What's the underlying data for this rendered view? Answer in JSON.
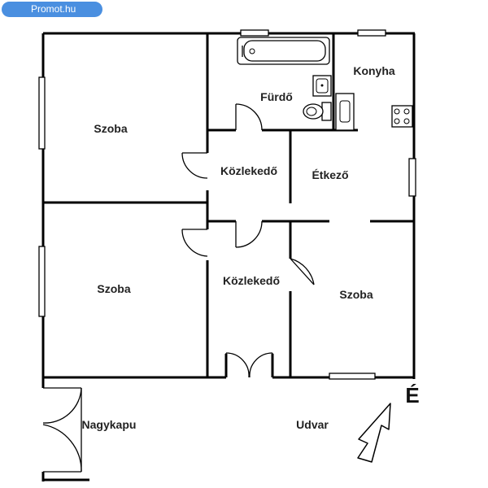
{
  "brand": {
    "text": "Promot.hu"
  },
  "rooms": {
    "szoba_top_left": "Szoba",
    "szoba_bottom_left": "Szoba",
    "furdo": "Fürdő",
    "konyha": "Konyha",
    "kozlekedo_upper": "Közlekedő",
    "etkezo": "Étkező",
    "kozlekedo_lower": "Közlekedő",
    "szoba_right": "Szoba"
  },
  "outside": {
    "nagykapu": "Nagykapu",
    "udvar": "Udvar"
  },
  "compass": {
    "north": "É"
  },
  "icons": {
    "arrow": "north-arrow-icon",
    "bathtub": "bathtub-icon",
    "sink": "sink-icon",
    "toilet": "toilet-icon",
    "stove": "stove-icon"
  }
}
